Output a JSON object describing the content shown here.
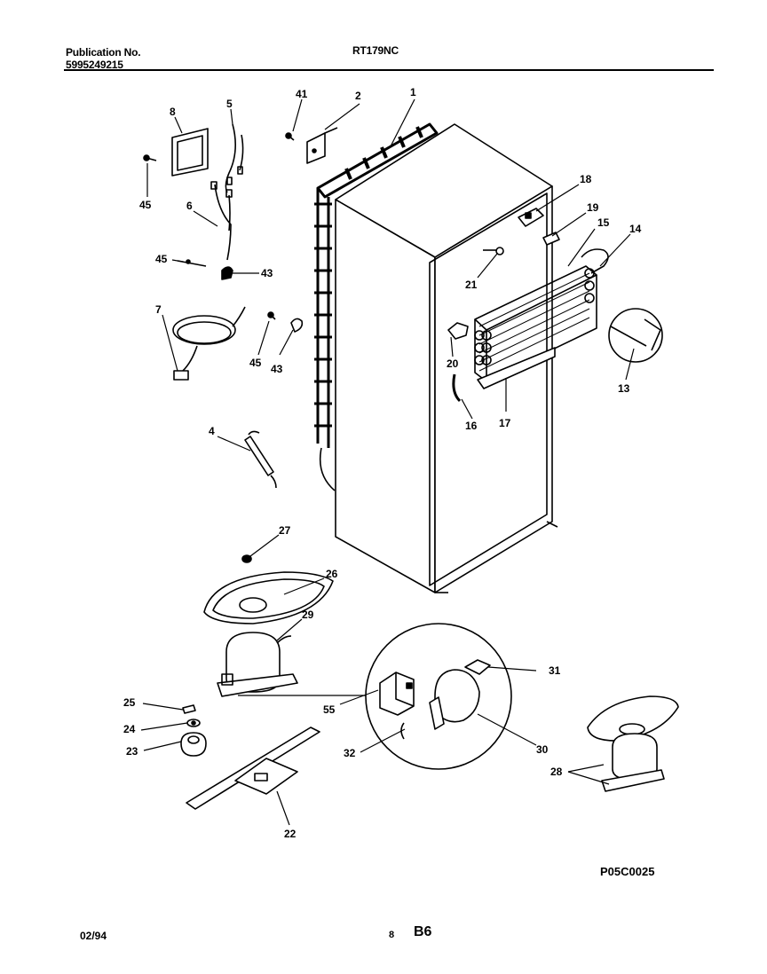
{
  "header": {
    "publication_label": "Publication No.",
    "publication_number": "5995249215",
    "model": "RT179NC"
  },
  "callouts": {
    "c1": "1",
    "c2": "2",
    "c41": "41",
    "c8": "8",
    "c5": "5",
    "c45a": "45",
    "c6": "6",
    "c45b": "45",
    "c43a": "43",
    "c7": "7",
    "c45c": "45",
    "c43b": "43",
    "c18": "18",
    "c19": "19",
    "c15": "15",
    "c14": "14",
    "c21": "21",
    "c20": "20",
    "c13": "13",
    "c16": "16",
    "c17": "17",
    "c4": "4",
    "c27": "27",
    "c26": "26",
    "c29": "29",
    "c25": "25",
    "c24": "24",
    "c23": "23",
    "c55": "55",
    "c31": "31",
    "c32": "32",
    "c30": "30",
    "c28": "28",
    "c22": "22"
  },
  "footer": {
    "drawing_code": "P05C0025",
    "date": "02/94",
    "page_number": "8",
    "section": "B6"
  }
}
